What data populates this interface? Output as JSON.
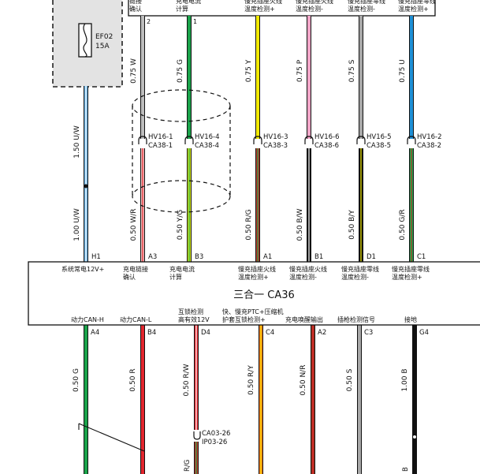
{
  "fuse": {
    "id": "EF02",
    "rating": "15A"
  },
  "top_box": {
    "pins": [
      {
        "line1": "链接",
        "line2": "确认",
        "num": "2"
      },
      {
        "line1": "充电电流",
        "line2": "计算",
        "num": "1"
      },
      {
        "line1": "慢充插座火线",
        "line2": "温度检测+",
        "num": ""
      },
      {
        "line1": "慢充插座火线",
        "line2": "温度检测-",
        "num": ""
      },
      {
        "line1": "慢充插座零线",
        "line2": "温度检测-",
        "num": ""
      },
      {
        "line1": "慢充插座零线",
        "line2": "温度检测+",
        "num": ""
      }
    ]
  },
  "upper_wires": [
    {
      "gauge_top": "0.75 W",
      "gauge_bottom": "",
      "color": "#bdbdbd",
      "bottom_color": "#bdbdbd",
      "stripe": ""
    },
    {
      "gauge_top": "0.75 G",
      "gauge_bottom": "0.50 Y/G",
      "color": "#1aa34a",
      "bottom_color": "#d7e81a",
      "stripe": "#1aa34a"
    },
    {
      "gauge_top": "0.75 Y",
      "gauge_bottom": "0.50 R/G",
      "color": "#f2ea00",
      "bottom_color": "#c0392b",
      "stripe": "#1aa34a"
    },
    {
      "gauge_top": "0.75 P",
      "gauge_bottom": "0.50 B/W",
      "color": "#f2a6c8",
      "bottom_color": "#111111",
      "stripe": "#ffffff"
    },
    {
      "gauge_top": "0.75 S",
      "gauge_bottom": "0.50 B/Y",
      "color": "#a8a8a8",
      "bottom_color": "#111111",
      "stripe": "#f2ea00"
    },
    {
      "gauge_top": "0.75 U",
      "gauge_bottom": "0.50 G/R",
      "color": "#1e90d6",
      "bottom_color": "#1aa34a",
      "stripe": "#c0392b"
    }
  ],
  "left_wire": {
    "gauge_top": "1.50 U/W",
    "gauge_bottom": "1.00 U/W"
  },
  "splice": {
    "lower_a3": "0.50 W/R"
  },
  "connectors_upper": [
    {
      "a": "HV16-1",
      "b": "CA38-1"
    },
    {
      "a": "HV16-4",
      "b": "CA38-4"
    },
    {
      "a": "HV16-3",
      "b": "CA38-3"
    },
    {
      "a": "HV16-6",
      "b": "CA38-6"
    },
    {
      "a": "HV16-5",
      "b": "CA38-5"
    },
    {
      "a": "HV16-2",
      "b": "CA38-2"
    }
  ],
  "module": {
    "title": "三合一  CA36",
    "top_pins": [
      {
        "num": "H1",
        "line1": "系统常电12V+",
        "line2": ""
      },
      {
        "num": "A3",
        "line1": "充电链接",
        "line2": "确认"
      },
      {
        "num": "B3",
        "line1": "充电电流",
        "line2": "计算"
      },
      {
        "num": "A1",
        "line1": "慢充插座火线",
        "line2": "温度检测+"
      },
      {
        "num": "B1",
        "line1": "慢充插座火线",
        "line2": "温度检测-"
      },
      {
        "num": "D1",
        "line1": "慢充插座零线",
        "line2": "温度检测-"
      },
      {
        "num": "C1",
        "line1": "慢充插座零线",
        "line2": "温度检测+"
      }
    ],
    "bottom_pins": [
      {
        "num": "A4",
        "line1": "动力CAN-H",
        "line2": ""
      },
      {
        "num": "B4",
        "line1": "动力CAN-L",
        "line2": ""
      },
      {
        "num": "D4",
        "line1": "互锁检测",
        "line2": "高有效12V"
      },
      {
        "num": "C4",
        "line1": "快、慢充PTC+压缩机",
        "line2": "护套互锁检测+"
      },
      {
        "num": "A2",
        "line1": "充电唤醒输出",
        "line2": ""
      },
      {
        "num": "C3",
        "line1": "插枪检测信号",
        "line2": ""
      },
      {
        "num": "G4",
        "line1": "接地",
        "line2": ""
      }
    ]
  },
  "lower_wires": [
    {
      "gauge": "0.50 G",
      "color": "#1aa34a",
      "stripe": ""
    },
    {
      "gauge": "0.50 R",
      "color": "#e3262e",
      "stripe": ""
    },
    {
      "gauge": "0.50 R/W",
      "color": "#e3262e",
      "stripe": "#ffffff"
    },
    {
      "gauge": "0.50 R/Y",
      "color": "#f07a1a",
      "stripe": "#f2ea00"
    },
    {
      "gauge": "0.50 N/R",
      "color": "#a0341f",
      "stripe": "#e3262e"
    },
    {
      "gauge": "0.50 S",
      "color": "#a8a8a8",
      "stripe": ""
    },
    {
      "gauge": "1.00 B",
      "color": "#111111",
      "stripe": ""
    }
  ],
  "lower_connector": {
    "a": "CA03-26",
    "b": "IP03-26"
  },
  "cut_labels": {
    "d4": "R/G",
    "g4": "B"
  }
}
